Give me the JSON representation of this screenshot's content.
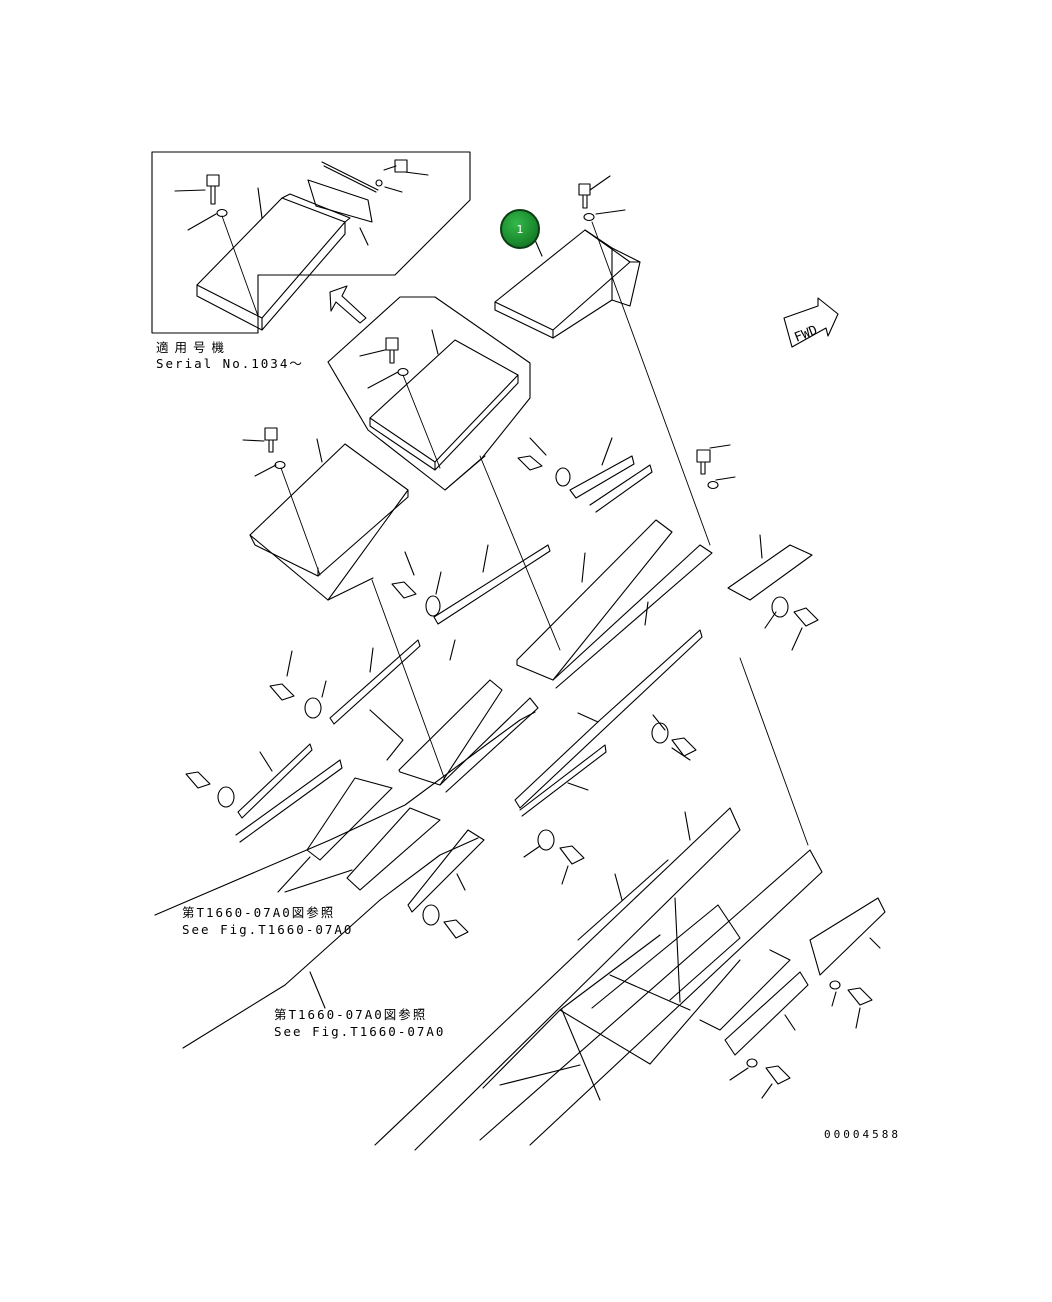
{
  "callout": {
    "number": "1"
  },
  "fwd_label": "FWD",
  "inset": {
    "label_jp": "適用号機",
    "label_en": "Serial No.1034～"
  },
  "references": [
    {
      "jp": "第T1660-07A0図参照",
      "en": "See Fig.T1660-07A0"
    },
    {
      "jp": "第T1660-07A0図参照",
      "en": "See Fig.T1660-07A0"
    }
  ],
  "drawing_number": "00004588"
}
